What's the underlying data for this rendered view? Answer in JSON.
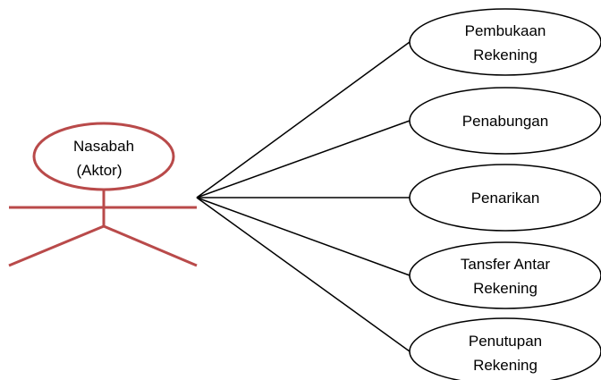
{
  "actor": {
    "name_line1": "Nasabah",
    "name_line2": "(Aktor)",
    "color": "#b94a4a"
  },
  "use_cases": [
    {
      "line1": "Pembukaan",
      "line2": "Rekening"
    },
    {
      "line1": "Penabungan",
      "line2": ""
    },
    {
      "line1": "Penarikan",
      "line2": ""
    },
    {
      "line1": "Tansfer Antar",
      "line2": "Rekening"
    },
    {
      "line1": "Penutupan",
      "line2": "Rekening"
    }
  ]
}
